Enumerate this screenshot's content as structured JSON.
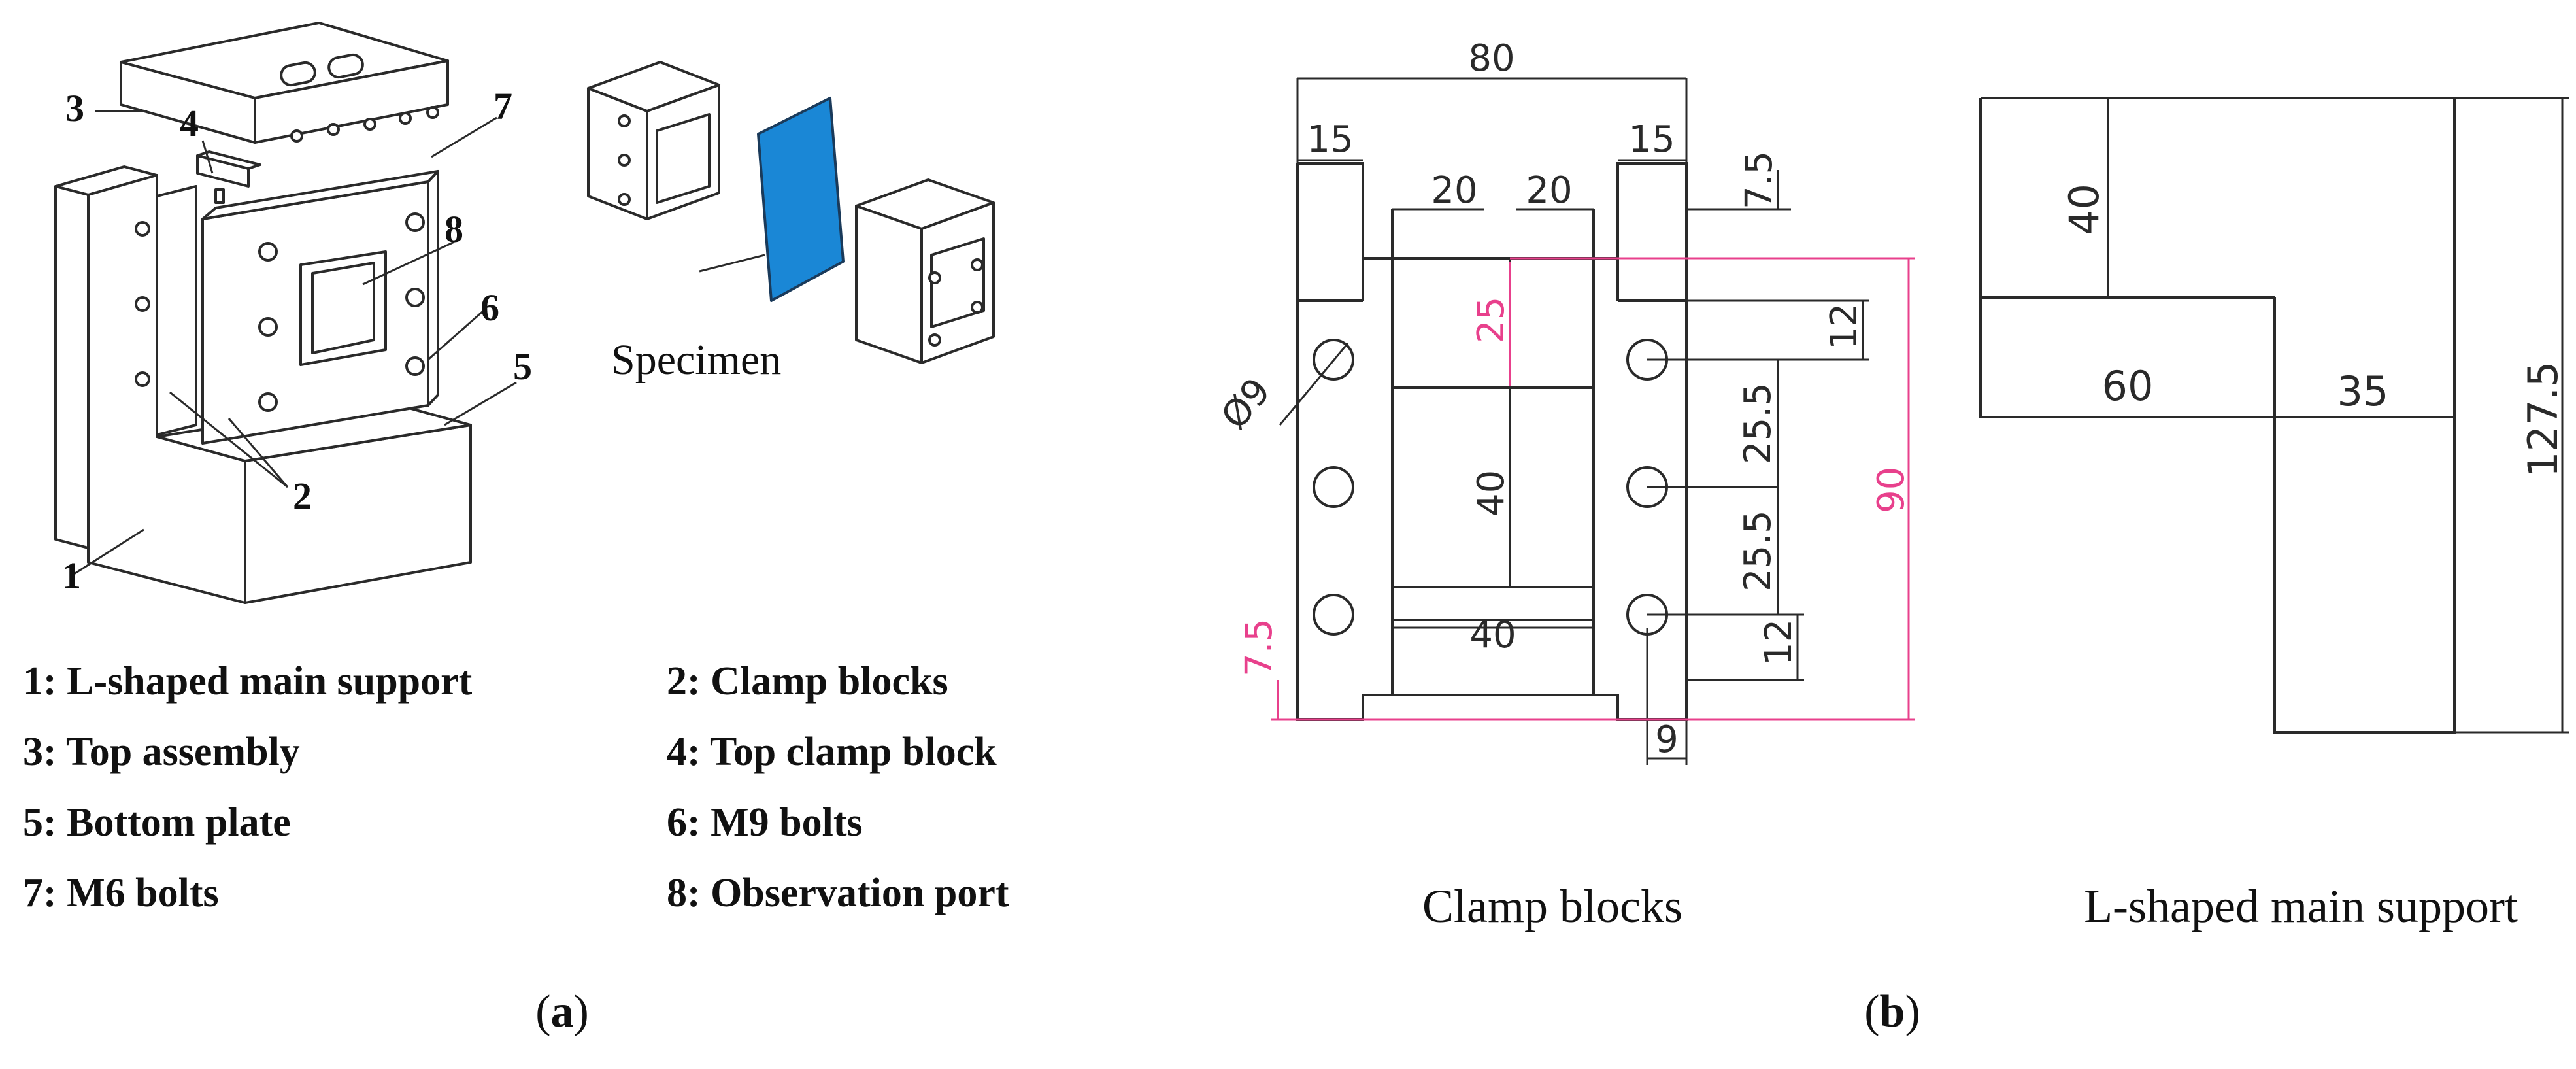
{
  "panel_a": {
    "callouts": [
      "1",
      "2",
      "3",
      "4",
      "5",
      "6",
      "7",
      "8"
    ],
    "specimen_label": "Specimen",
    "specimen_color": "#1a87d6",
    "legend": [
      "1: L-shaped main support",
      "2: Clamp blocks",
      "3: Top assembly",
      "4: Top clamp block",
      "5: Bottom plate",
      "6: M9  bolts",
      "7: M6 bolts",
      "8: Observation port"
    ],
    "panel_label": {
      "open": "(",
      "letter": "a",
      "close": ")"
    }
  },
  "panel_b": {
    "clamp_dims": {
      "width": "80",
      "tab_left": "15",
      "tab_right": "15",
      "inner_left": "20",
      "inner_right": "20",
      "top_offset": "7.5",
      "hole_spacing_top": "25",
      "bolt_diameter": "Ø9",
      "hole_to_edge_top": "12",
      "pitch_1": "25.5",
      "pitch_2": "25.5",
      "hole_to_edge_bottom": "12",
      "height": "90",
      "window_height": "40",
      "window_width": "40",
      "bottom_offset": "7.5",
      "hole_inset": "9"
    },
    "support_dims": {
      "upper_height": "40",
      "upper_width": "60",
      "step_width": "35",
      "total_height": "127.5"
    },
    "caption_clamp": "Clamp blocks",
    "caption_support": "L-shaped main support",
    "dim_color_pink": "#e8408c",
    "panel_label": {
      "open": "(",
      "letter": "b",
      "close": ")"
    }
  }
}
